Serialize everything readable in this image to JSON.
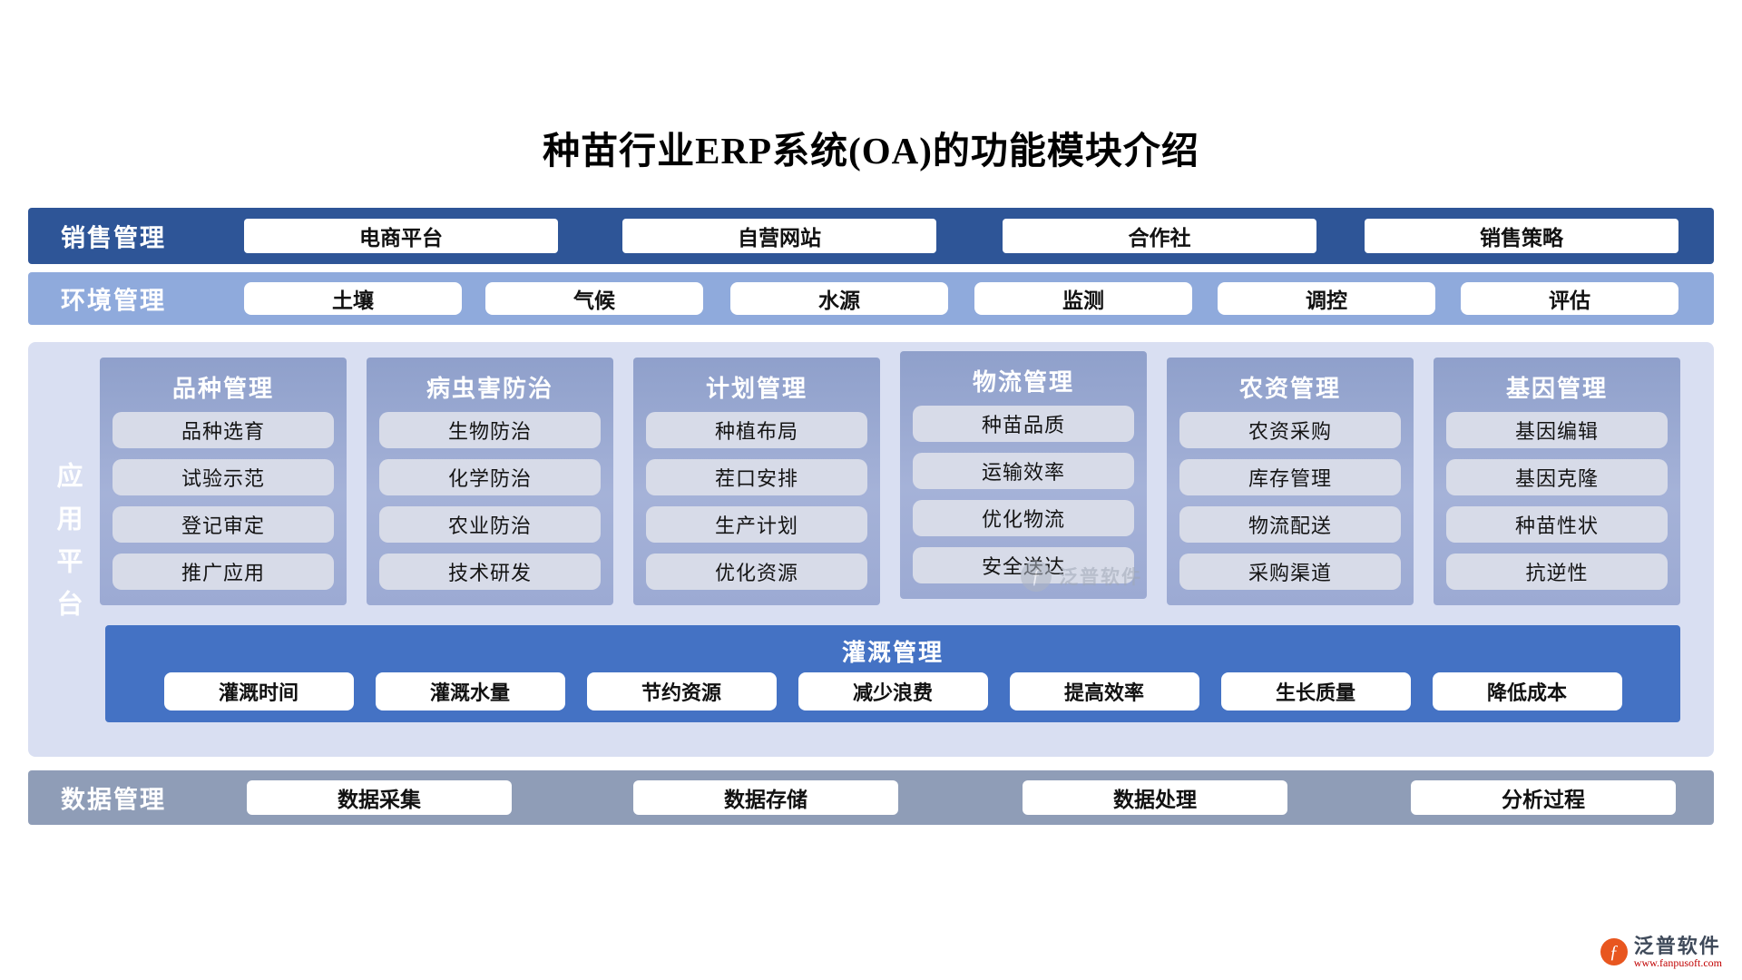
{
  "title": "种苗行业ERP系统(OA)的功能模块介绍",
  "sales": {
    "label": "销售管理",
    "items": [
      "电商平台",
      "自营网站",
      "合作社",
      "销售策略"
    ]
  },
  "environment": {
    "label": "环境管理",
    "items": [
      "土壤",
      "气候",
      "水源",
      "监测",
      "调控",
      "评估"
    ]
  },
  "platform": {
    "label": "应用平台",
    "modules": [
      {
        "title": "品种管理",
        "items": [
          "品种选育",
          "试验示范",
          "登记审定",
          "推广应用"
        ]
      },
      {
        "title": "病虫害防治",
        "items": [
          "生物防治",
          "化学防治",
          "农业防治",
          "技术研发"
        ]
      },
      {
        "title": "计划管理",
        "items": [
          "种植布局",
          "茬口安排",
          "生产计划",
          "优化资源"
        ]
      },
      {
        "title": "物流管理",
        "items": [
          "种苗品质",
          "运输效率",
          "优化物流",
          "安全送达"
        ]
      },
      {
        "title": "农资管理",
        "items": [
          "农资采购",
          "库存管理",
          "物流配送",
          "采购渠道"
        ]
      },
      {
        "title": "基因管理",
        "items": [
          "基因编辑",
          "基因克隆",
          "种苗性状",
          "抗逆性"
        ]
      }
    ],
    "irrigation": {
      "title": "灌溉管理",
      "items": [
        "灌溉时间",
        "灌溉水量",
        "节约资源",
        "减少浪费",
        "提高效率",
        "生长质量",
        "降低成本"
      ]
    }
  },
  "data_management": {
    "label": "数据管理",
    "items": [
      "数据采集",
      "数据存储",
      "数据处理",
      "分析过程"
    ]
  },
  "watermark": {
    "brand": "泛普软件"
  },
  "footer": {
    "brand": "泛普软件",
    "url": "www.fanpusoft.com"
  },
  "colors": {
    "sales_band": "#2E5597",
    "environment_band": "#8FAADC",
    "platform_background": "#D9DFF2",
    "module_card": "#9AA9D1",
    "module_item": "#D7DBE8",
    "irrigation_band": "#4472C4",
    "data_band": "#8F9DB7",
    "logo_orange": "#E8561F",
    "url_red": "#C00000"
  }
}
